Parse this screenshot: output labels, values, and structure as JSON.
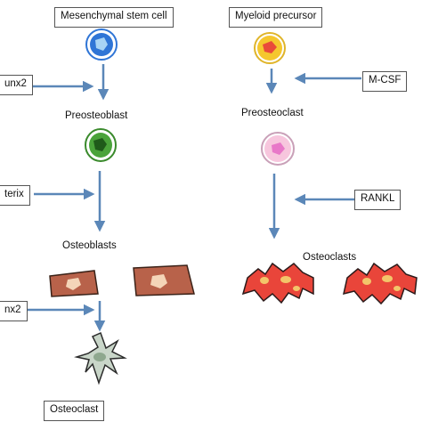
{
  "colors": {
    "arrow": "#5b87b8",
    "msc": "#2f75d6",
    "preosteoblast": "#3a8a2c",
    "myeloid": "#f5c72e",
    "preosteoclast_fill": "#f7c6dd",
    "preosteoclast_nucleus": "#e878c8",
    "osteoblast": "#b8624a",
    "osteocyte": "#c9d6c9",
    "osteoclast": "#e9453a",
    "osteoclast_nucleus": "#f3c56a"
  },
  "labels": {
    "msc": "Mesenchymal stem cell",
    "runx2_top": "unx2",
    "preosteoblast": "Preosteoblast",
    "osterix": "terix",
    "osteoblasts": "Osteoblasts",
    "runx2_bottom": "nx2",
    "osteocyte": "Osteoclast",
    "myeloid": "Myeloid precursor",
    "mcsf": "M-CSF",
    "preosteoclast": "Preosteoclast",
    "rankl": "RANKL",
    "osteoclasts": "Osteoclasts"
  }
}
